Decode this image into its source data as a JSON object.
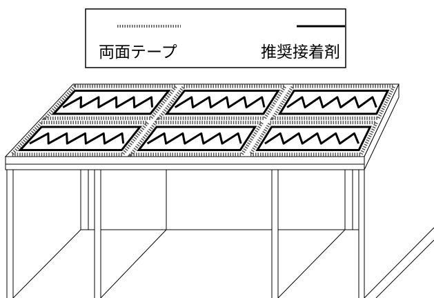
{
  "legend": {
    "items": [
      {
        "label": "両面テープ",
        "line_style": "dotted"
      },
      {
        "label": "推奨接着剤",
        "line_style": "solid"
      }
    ]
  },
  "diagram": {
    "panel_rows": 2,
    "panel_columns": 3,
    "adhesive_pattern": "zigzag",
    "colors": {
      "line": "#000000",
      "tape": "#555555",
      "background": "#ffffff"
    }
  }
}
